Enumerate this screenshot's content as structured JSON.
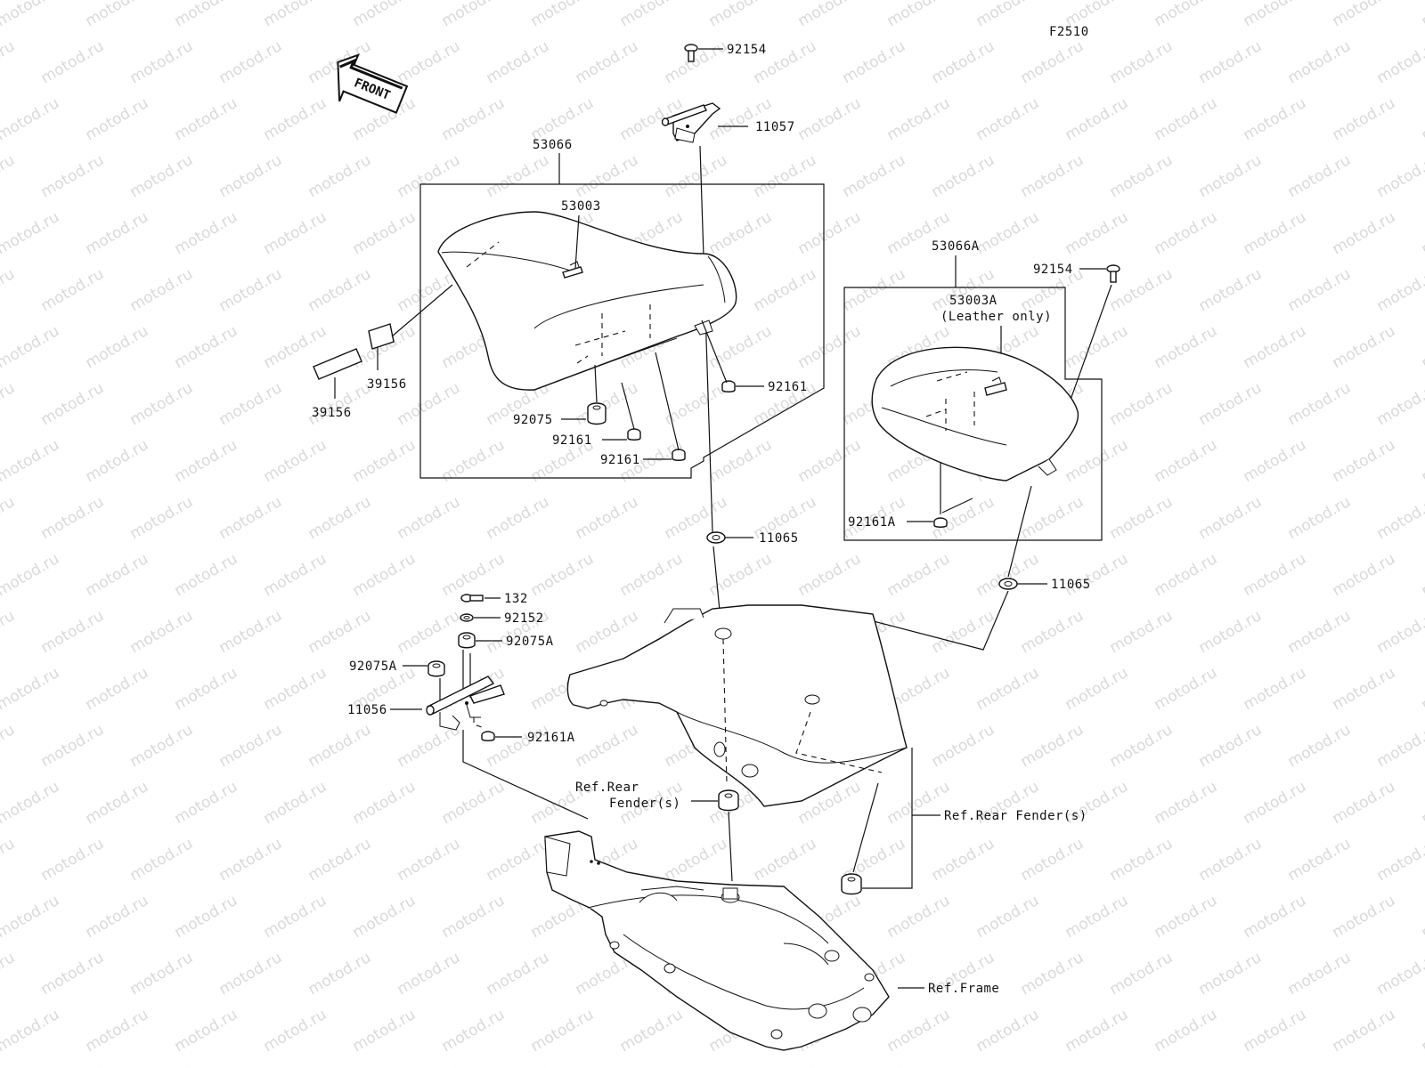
{
  "figure_code": "F2510",
  "watermark": "motod.ru",
  "front_arrow_label": "FRONT",
  "labels": {
    "p92154_top": "92154",
    "p11057": "11057",
    "p53066": "53066",
    "p53003": "53003",
    "p39156_a": "39156",
    "p39156_b": "39156",
    "p92161_a": "92161",
    "p92075": "92075",
    "p92161_b": "92161",
    "p92161_c": "92161",
    "p11065_a": "11065",
    "p53066A": "53066A",
    "p92154_right": "92154",
    "p53003A": "53003A",
    "p53003A_note": "(Leather only)",
    "p92161A_right": "92161A",
    "p11065_b": "11065",
    "p132": "132",
    "p92152": "92152",
    "p92075A_a": "92075A",
    "p92075A_b": "92075A",
    "p11056": "11056",
    "p92161A_left": "92161A",
    "ref_rear_fender_line1": "Ref.Rear",
    "ref_rear_fender_line2": "Fender(s)",
    "ref_rear_fender_right": "Ref.Rear Fender(s)",
    "ref_frame": "Ref.Frame"
  }
}
